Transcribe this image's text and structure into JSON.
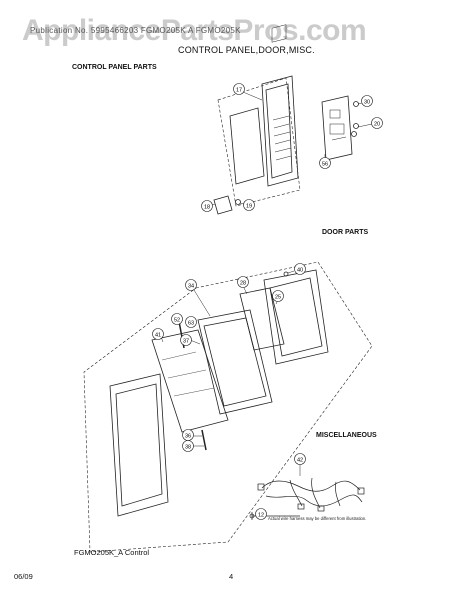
{
  "watermark": "AppliancePartsPros.com",
  "header": {
    "faint_text": "Publication No. 5995466203   FGMO205K A FGMO205K",
    "title": "CONTROL PANEL,DOOR,MISC."
  },
  "sections": {
    "control_panel": "CONTROL PANEL PARTS",
    "door": "DOOR PARTS",
    "misc": "MISCELLANEOUS"
  },
  "callouts": {
    "c17": "17",
    "c30": "30",
    "c20": "20",
    "c56": "56",
    "c18": "18",
    "c19": "19",
    "c34": "34",
    "c40": "40",
    "c25": "25",
    "c28": "28",
    "c52": "52",
    "c63": "63",
    "c41": "41",
    "c37": "37",
    "c36": "36",
    "c38": "38",
    "c42": "42",
    "c12": "12"
  },
  "harness_note": "Actual wire harness may be different from illustration.",
  "footer": {
    "model_label": "FGMO205K_A Control",
    "date": "06/09",
    "page": "4"
  }
}
